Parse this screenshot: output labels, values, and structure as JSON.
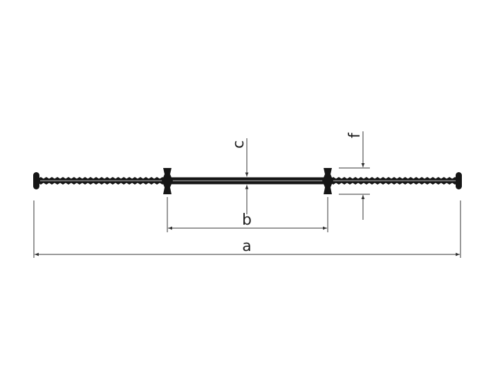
{
  "dimensions": {
    "a": "a",
    "b": "b",
    "c": "c",
    "f": "f"
  },
  "colors": {
    "profile": "#161616",
    "profile_highlight": "#8a8a8a",
    "dimension_line": "#333333",
    "background": "#ffffff"
  }
}
